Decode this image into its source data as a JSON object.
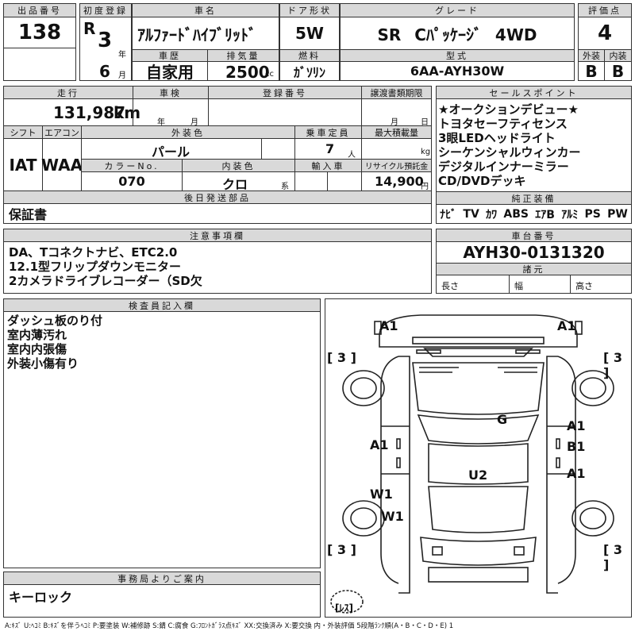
{
  "header": {
    "lot_label": "出品番号",
    "lot_no": "138",
    "first_reg_label": "初度登録",
    "era": "R",
    "year": "3",
    "year_unit": "年",
    "month": "6",
    "month_unit": "月",
    "car_name_label": "車名",
    "car_name": "ｱﾙﾌｧｰﾄﾞﾊｲﾌﾞﾘｯﾄﾞ",
    "history_label": "車歴",
    "history": "自家用",
    "displacement_label": "排気量",
    "displacement": "2500",
    "cc_unit": "cc",
    "door_label": "ドア形状",
    "door": "5W",
    "fuel_label": "燃料",
    "fuel": "ｶﾞｿﾘﾝ",
    "grade_label": "グレード",
    "grade": "SR Cﾊﾟｯｹｰｼﾞ 4WD",
    "model_label": "型式",
    "model": "6AA-AYH30W",
    "score_label": "評価点",
    "score": "4",
    "ext_label": "外装",
    "ext": "B",
    "int_label": "内装",
    "int": "B"
  },
  "row2": {
    "mileage_label": "走行",
    "mileage": "131,987",
    "km_unit": "km",
    "inspection_label": "車検",
    "insp_year_unit": "年",
    "insp_month_unit": "月",
    "reg_no_label": "登録番号",
    "transfer_label": "譲渡書類期限",
    "transfer_month_unit": "月",
    "transfer_day_unit": "日",
    "shift_label": "シフト",
    "shift": "IAT",
    "ac_label": "エアコン",
    "ac": "WAA",
    "color_label": "外装色",
    "color": "パール",
    "capacity_label": "乗車定員",
    "capacity": "7",
    "capacity_unit": "人",
    "load_label": "最大積載量",
    "load_unit": "kg",
    "color_no_label": "カラーNo.",
    "color_no": "070",
    "interior_color_label": "内装色",
    "interior_color": "クロ",
    "interior_unit": "系",
    "import_label": "輸入車",
    "recycle_label": "リサイクル預託金",
    "recycle": "14,900",
    "recycle_unit": "円",
    "later_label": "後日発送部品",
    "later": "保証書"
  },
  "sales": {
    "label": "セールスポイント",
    "lines": [
      "★オークションデビュー★",
      "トヨタセーフティセンス",
      "3眼LEDヘッドライト",
      "シーケンシャルウィンカー",
      "デジタルインナーミラー",
      "CD/DVDデッキ"
    ],
    "equip_label": "純正装備",
    "equip": [
      "ﾅﾋﾞ",
      "TV",
      "ｶﾜ",
      "ABS",
      "ｴｱB",
      "ｱﾙﾐ",
      "PS",
      "PW"
    ]
  },
  "notes": {
    "label": "注意事項欄",
    "lines": [
      "DA、Tコネクトナビ、ETC2.0",
      "12.1型フリップダウンモニター",
      "2カメラドライブレコーダー（SD欠"
    ]
  },
  "chassis": {
    "label": "車台番号",
    "value": "AYH30-0131320",
    "spec_label": "諸元",
    "length_label": "長さ",
    "width_label": "幅",
    "height_label": "高さ"
  },
  "inspector": {
    "label": "検査員記入欄",
    "lines": [
      "ダッシュ板のり付",
      "室内薄汚れ",
      "室内内張傷",
      "外装小傷有り"
    ]
  },
  "office": {
    "label": "事務局よりご案内",
    "text": "キーロック"
  },
  "diagram": {
    "marks": [
      "A1",
      "A1",
      "[ 3 ]",
      "[ 3 ]",
      "G",
      "A1",
      "A1",
      "B1",
      "A1",
      "U2",
      "W1",
      "W1",
      "[ 3 ]",
      "[ 3 ]",
      "[ﾚｽ]"
    ]
  },
  "legend": "A:ｷｽﾞ U:ﾍｺﾐ B:ｷｽﾞを伴うﾍｺﾐ P:要塗装 W:補修跡 S:錆 C:腐食 G:ﾌﾛﾝﾄｶﾞﾗｽ点ｷｽﾞ XX:交換済み X:要交換 内・外装評価 5段階ﾗﾝｸ順(A・B・C・D・E) 1"
}
